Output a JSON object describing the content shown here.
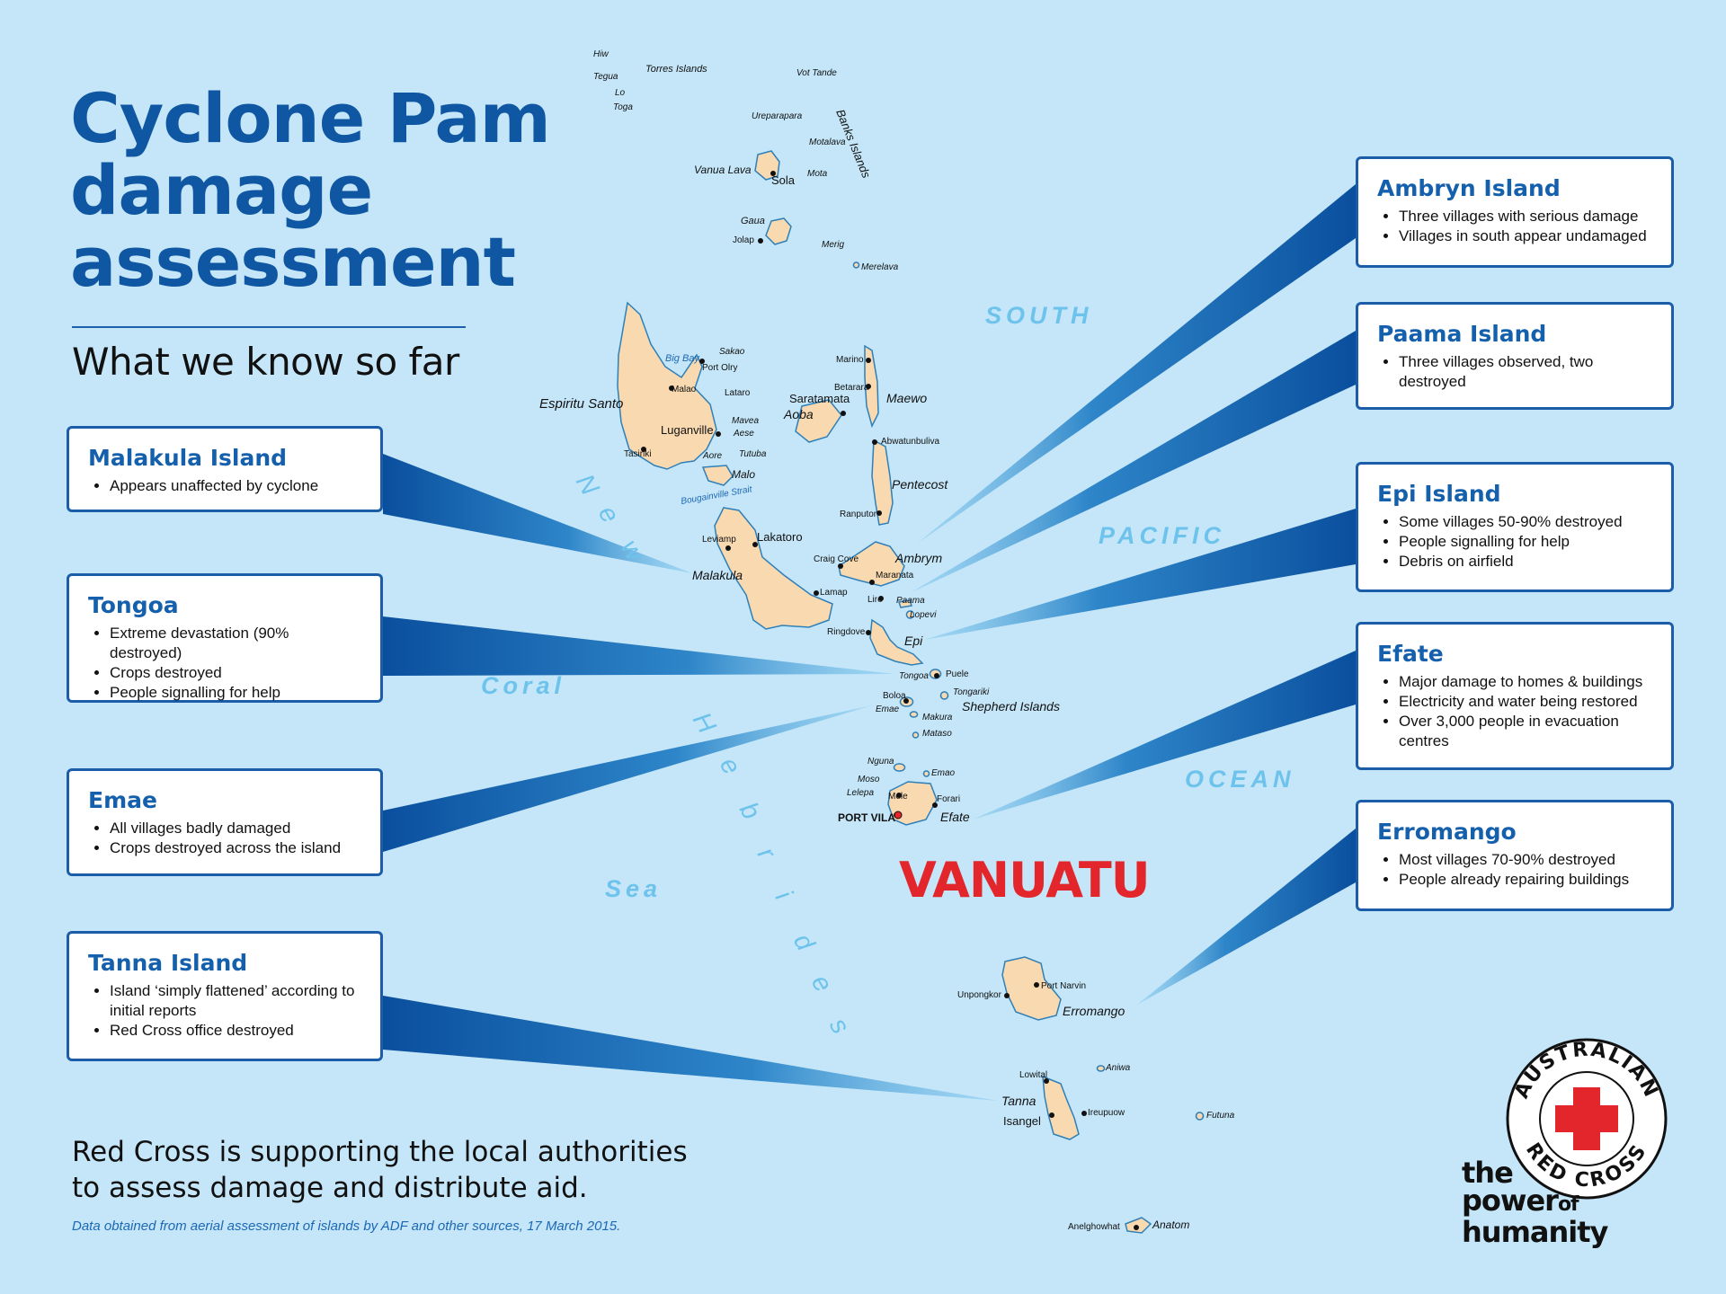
{
  "header": {
    "title_lines": [
      "Cyclone Pam",
      "damage",
      "assessment"
    ],
    "subtitle": "What we know so far"
  },
  "footer": {
    "statement_lines": [
      "Red Cross is supporting the local authorities",
      "to assess damage and distribute aid."
    ],
    "source_note": "Data obtained from aerial assessment of islands by ADF and other sources, 17 March 2015."
  },
  "map": {
    "country": "VANUATU",
    "ocean_labels": [
      "SOUTH",
      "PACIFIC",
      "OCEAN",
      "Coral",
      "Sea"
    ],
    "sea_letters": [
      "N",
      "e",
      "w",
      "H",
      "e",
      "b",
      "r",
      "i",
      "d",
      "e",
      "s"
    ],
    "region_labels": [
      "Torres Islands",
      "Banks Islands",
      "Shepherd Islands",
      "Bougainville Strait",
      "Big Bay"
    ],
    "islands": [
      "Hiw",
      "Tegua",
      "Lo",
      "Toga",
      "Vot Tande",
      "Ureparapara",
      "Motalava",
      "Vanua Lava",
      "Mota",
      "Gaua",
      "Merig",
      "Merelava",
      "Espiritu Santo",
      "Sakao",
      "Aoba",
      "Maewo",
      "Pentecost",
      "Mavea",
      "Aese",
      "Aore",
      "Tutuba",
      "Malo",
      "Malakula",
      "Ambrym",
      "Paama",
      "Lopevi",
      "Epi",
      "Tongoa",
      "Tongariki",
      "Emae",
      "Makura",
      "Mataso",
      "Nguna",
      "Emao",
      "Moso",
      "Lelepa",
      "Efate",
      "Erromango",
      "Aniwa",
      "Tanna",
      "Futuna",
      "Anatom"
    ],
    "places": [
      "Port Olry",
      "Malao",
      "Lataro",
      "Luganville",
      "Tasiriki",
      "Saratamata",
      "Marino",
      "Betarara",
      "Abwatunbuliva",
      "Ranputor",
      "Lakatoro",
      "Leviamp",
      "Lamap",
      "Craig Cove",
      "Maranata",
      "Liro",
      "Ringdove",
      "Puele",
      "Boloa",
      "Mele",
      "Forari",
      "PORT VILA",
      "Sola",
      "Jolap",
      "Unpongkor",
      "Port Narvin",
      "Lowital",
      "Isangel",
      "Ireupuow",
      "Anelghowhat"
    ]
  },
  "panels_left": [
    {
      "name": "Malakula Island",
      "items": [
        "Appears unaffected by cyclone"
      ]
    },
    {
      "name": "Tongoa",
      "items": [
        "Extreme devastation (90% destroyed)",
        "Crops destroyed",
        "People signalling for help"
      ]
    },
    {
      "name": "Emae",
      "items": [
        "All villages badly damaged",
        "Crops destroyed across the island"
      ]
    },
    {
      "name": "Tanna Island",
      "items": [
        "Island ‘simply flattened’ according to initial reports",
        "Red Cross office destroyed"
      ]
    }
  ],
  "panels_right": [
    {
      "name": "Ambryn Island",
      "items": [
        "Three villages with serious damage",
        "Villages in south appear undamaged"
      ]
    },
    {
      "name": "Paama Island",
      "items": [
        "Three villages observed, two destroyed"
      ]
    },
    {
      "name": "Epi Island",
      "items": [
        "Some villages 50-90% destroyed",
        "People signalling for help",
        "Debris on airfield"
      ]
    },
    {
      "name": "Efate",
      "items": [
        "Major damage to homes & buildings",
        "Electricity and  water being restored",
        "Over 3,000 people in evacuation centres"
      ]
    },
    {
      "name": "Erromango",
      "items": [
        "Most villages 70-90% destroyed",
        "People already repairing buildings"
      ]
    }
  ],
  "branding": {
    "logo_ring_text": "AUSTRALIAN RED CROSS",
    "tagline": [
      "the",
      "power",
      "of",
      "humanity"
    ],
    "cross_color": "#e3262b"
  },
  "colors": {
    "sea": "#c4e6f8",
    "land": "#f9d9b0",
    "accent": "#1c5daa",
    "country": "#e3262b"
  }
}
